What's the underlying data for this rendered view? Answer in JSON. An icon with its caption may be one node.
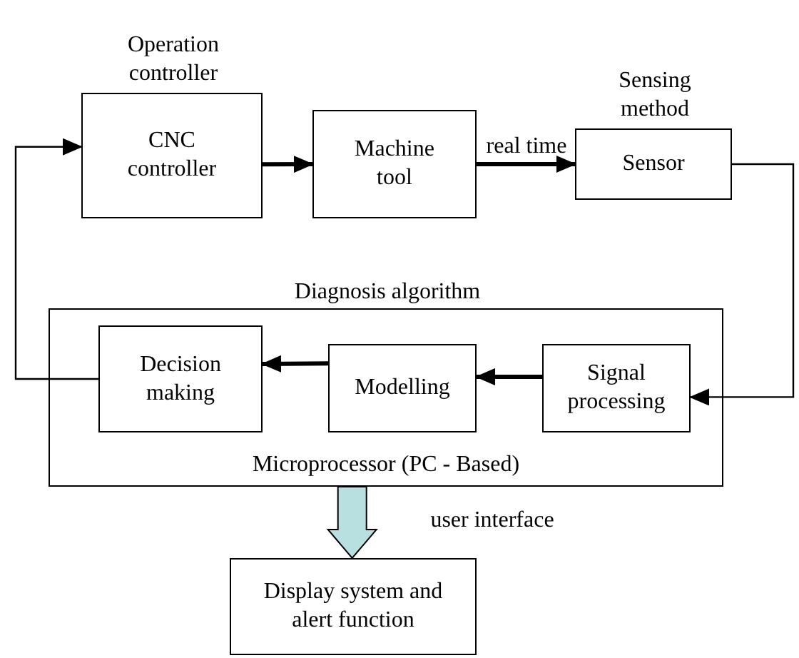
{
  "diagram": {
    "nodes": [
      {
        "text": [
          "Operation controller",
          "CNC controller"
        ]
      },
      {
        "text": [
          "Machine tool"
        ]
      },
      {
        "text": [
          "Sensing method",
          "Sensor"
        ]
      },
      {
        "text": [
          "Diagnosis algorithm",
          "Microprocessor (PC - Based)"
        ]
      },
      {
        "text": [
          "Decision making"
        ],
        "in": 3
      },
      {
        "text": [
          "Modelling"
        ],
        "in": 3
      },
      {
        "text": [
          "Signal processing"
        ],
        "in": 3
      },
      {
        "text": [
          "Display system and alert function"
        ]
      }
    ],
    "edges": [
      {
        "from": 0,
        "to": 1,
        "arrow": "to"
      },
      {
        "from": 1,
        "to": 2,
        "arrow": "to",
        "label": "real time"
      },
      {
        "from": 2,
        "to": 6,
        "arrow": "to"
      },
      {
        "from": 5,
        "to": 4,
        "arrow": "to"
      },
      {
        "from": 6,
        "to": 5,
        "arrow": "to"
      },
      {
        "from": 4,
        "to": 0,
        "arrow": "to"
      },
      {
        "from": 3,
        "to": 7,
        "arrow": "to",
        "color": "#b9e0e1",
        "label": "user interface"
      }
    ]
  }
}
